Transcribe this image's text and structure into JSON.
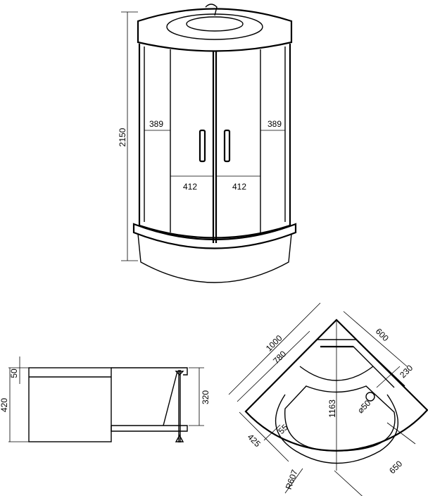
{
  "front_view": {
    "height": "2150",
    "side_panel_left": "389",
    "side_panel_right": "389",
    "door_left": "412",
    "door_right": "412"
  },
  "side_view": {
    "total_height": "420",
    "rim_height": "50",
    "tray_depth": "320"
  },
  "plan_view": {
    "outer_edge": "1000",
    "inner_edge": "780",
    "side_length": "600",
    "seat_depth": "230",
    "drain_diameter": "⌀50",
    "diagonal": "1163",
    "rim_width": "55",
    "front_offset": "425",
    "arc_radius": "R607",
    "diagonal_width": "650"
  }
}
